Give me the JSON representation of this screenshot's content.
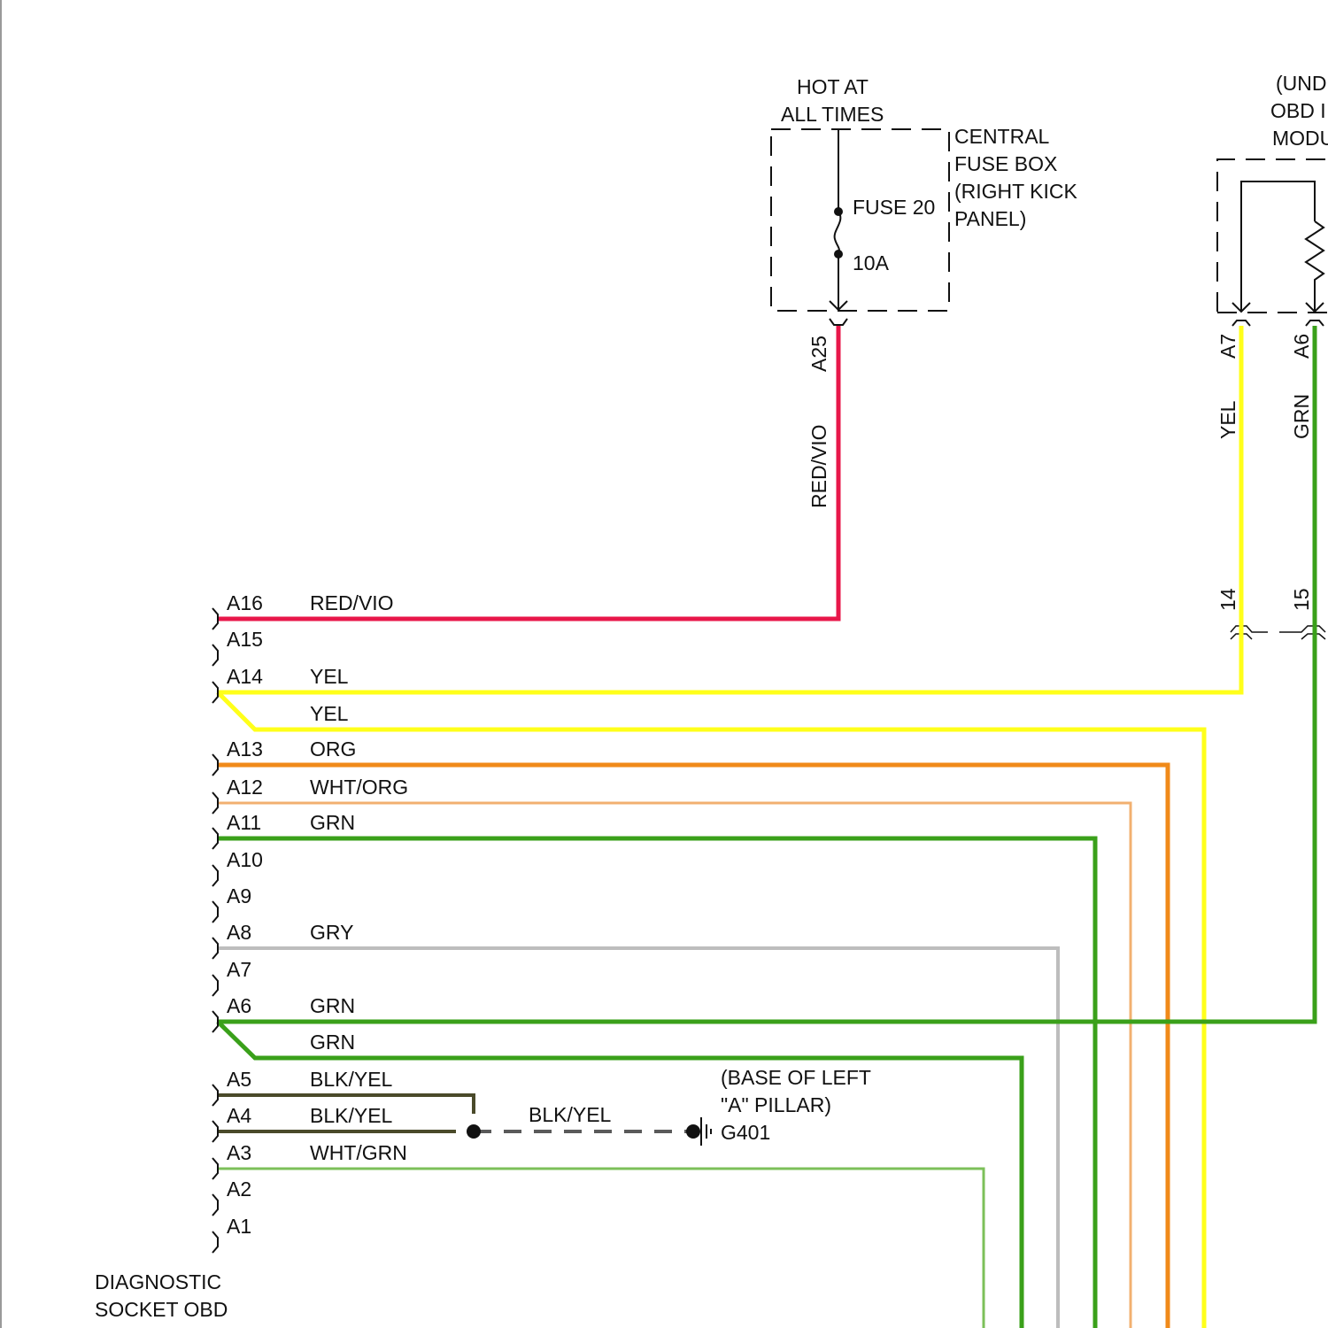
{
  "diagram": {
    "title": "DIAGNOSTIC SOCKET OBD",
    "socket_label_lines": [
      "DIAGNOSTIC",
      "SOCKET OBD"
    ],
    "fuse_box": {
      "source_lines": [
        "HOT AT",
        "ALL TIMES"
      ],
      "label_lines": [
        "CENTRAL",
        "FUSE BOX",
        "(RIGHT KICK",
        "PANEL)"
      ],
      "fuse_name": "FUSE 20",
      "fuse_rating": "10A",
      "output_pin": "A25",
      "output_wire": "RED/VIO"
    },
    "module": {
      "label_lines": [
        "(UND",
        "OBD I",
        "MODU"
      ],
      "pins": [
        {
          "pin": "A7",
          "wire": "YEL",
          "inline_connector": "14"
        },
        {
          "pin": "A6",
          "wire": "GRN",
          "inline_connector": "15"
        }
      ]
    },
    "ground": {
      "location_lines": [
        "(BASE OF LEFT",
        "\"A\" PILLAR)"
      ],
      "id": "G401",
      "wire": "BLK/YEL"
    },
    "socket_pins": [
      {
        "pin": "A16",
        "wire": "RED/VIO"
      },
      {
        "pin": "A15",
        "wire": ""
      },
      {
        "pin": "A14",
        "wire": "YEL"
      },
      {
        "pin": "",
        "wire": "YEL"
      },
      {
        "pin": "A13",
        "wire": "ORG"
      },
      {
        "pin": "A12",
        "wire": "WHT/ORG"
      },
      {
        "pin": "A11",
        "wire": "GRN"
      },
      {
        "pin": "A10",
        "wire": ""
      },
      {
        "pin": "A9",
        "wire": ""
      },
      {
        "pin": "A8",
        "wire": "GRY"
      },
      {
        "pin": "A7",
        "wire": ""
      },
      {
        "pin": "A6",
        "wire": "GRN"
      },
      {
        "pin": "",
        "wire": "GRN"
      },
      {
        "pin": "A5",
        "wire": "BLK/YEL"
      },
      {
        "pin": "A4",
        "wire": "BLK/YEL"
      },
      {
        "pin": "A3",
        "wire": "WHT/GRN"
      },
      {
        "pin": "A2",
        "wire": ""
      },
      {
        "pin": "A1",
        "wire": ""
      }
    ],
    "wire_colors": {
      "RED/VIO": "#e8174a",
      "YEL": "#ffff1a",
      "ORG": "#f08a1a",
      "WHT/ORG": "#f2b070",
      "GRN": "#3aa01a",
      "GRY": "#bdbdbd",
      "BLK/YEL": "#4a4a2a",
      "WHT/GRN": "#7cc05a",
      "ground_dash": "#5a5a5a"
    }
  }
}
